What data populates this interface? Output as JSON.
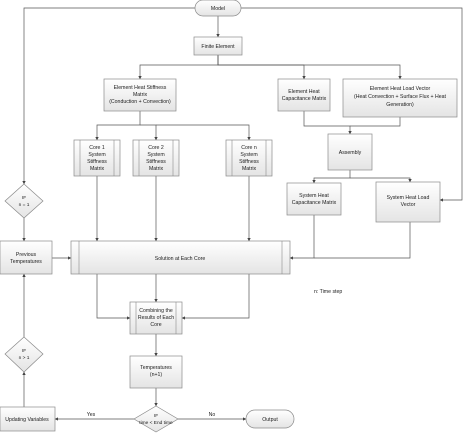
{
  "nodes": {
    "model": "Model",
    "finite_element": "Finite Element",
    "stiffness_matrix": [
      "Element Heat Stiffness",
      "Matrix",
      "(Conduction + Convection)"
    ],
    "capacitance_matrix": [
      "Element Heat",
      "Capacitance Matrix"
    ],
    "load_vector": [
      "Element Heat Load Vector",
      "(Heat Convection + Surface Flux + Heat",
      "Generation)"
    ],
    "core1": [
      "Core 1",
      "System",
      "Stiffness",
      "Matrix"
    ],
    "core2": [
      "Core 2",
      "System",
      "Stiffness",
      "Matrix"
    ],
    "coren": [
      "Core n",
      "System",
      "Stiffness",
      "Matrix"
    ],
    "assembly": "Assembly",
    "sys_capacitance": [
      "System Heat",
      "Capacitance Matrix"
    ],
    "sys_load": [
      "System Heat Load",
      "Vector"
    ],
    "if_n1": [
      "IF",
      "n = 1"
    ],
    "previous_temps": [
      "Previous",
      "Temperatures"
    ],
    "solution": "Solution at Each Core",
    "combining": [
      "Combining the",
      "Results of Each",
      "Core"
    ],
    "if_ngt1": [
      "IF",
      "n > 1"
    ],
    "temperatures": [
      "Temperatures",
      "(n+1)"
    ],
    "updating": "Updating Variables",
    "if_time": [
      "IF",
      "time < End time"
    ],
    "output": "Output"
  },
  "edge_labels": {
    "yes": "Yes",
    "no": "No"
  },
  "note": "n: Time step"
}
